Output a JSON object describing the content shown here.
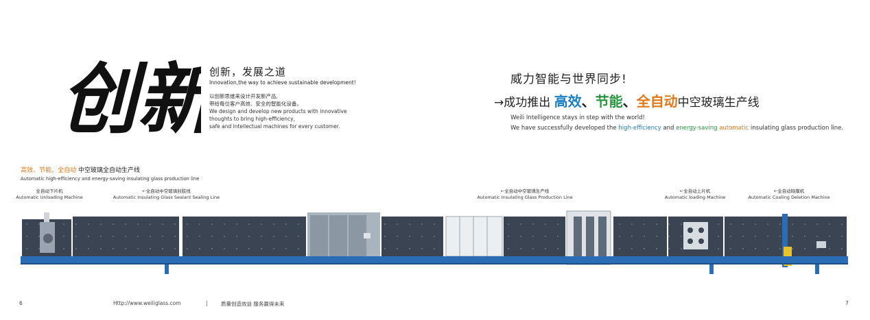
{
  "intro": {
    "calligraphy": "创新",
    "headline": "创新，发展之道",
    "headline_en": "Innovation,the way to achieve sustainable development!",
    "body": [
      "以创新思维来设计开发新产品,",
      "带给每位客户高效、安全的智能化设备。",
      "We design and develop new products with innovative",
      "thoughts to bring high-efficiency,",
      "safe and intellectual machines for every customer."
    ]
  },
  "slogan": {
    "line1": "威力智能与世界同步!",
    "arrow": "→",
    "prefix": "成功推出",
    "highlight1": "高效",
    "sep1": "、",
    "highlight2": "节能",
    "sep2": "、",
    "highlight3": "全自动",
    "suffix": "中空玻璃生产线",
    "en_line1": "Weili Intelligence stays in step with the world!",
    "en_line2_a": "We have successfully developed the ",
    "en_high_eff": "high-efficiency",
    "en_and": " and ",
    "en_energy": "energy-saving",
    "en_space": " ",
    "en_auto": "automatic",
    "en_line2_b": " insulating glass production line."
  },
  "section": {
    "t1": "高效",
    "t_sep1": "、",
    "t2": "节能",
    "t_sep2": "、",
    "t3": "全自动",
    "t_rest": " 中空玻璃全自动生产线",
    "en": "Automatic high-efficiency and energy-saving insulating glass production line"
  },
  "machine_labels": [
    {
      "cn": "全自动下片机",
      "en": "Automatic Unloading Machine"
    },
    {
      "cn": "←全自动中空玻璃封胶线",
      "en": "Automatic Insulating Glass Sealant Sealing Line"
    },
    {
      "cn": "←全自动中空玻璃生产线",
      "en": "Automatic Insulating Glass Production Line"
    },
    {
      "cn": "←全自动上片机",
      "en": "Automatic loading Machine"
    },
    {
      "cn": "←全自动除膜机",
      "en": "Automatic Coating Deletion Machine"
    }
  ],
  "footer": {
    "page_left": "6",
    "url": "Http://www.weiliglass.com",
    "divider": "|",
    "motto": "质量创造效益  服务赢得未来",
    "page_right": "7"
  },
  "colors": {
    "blue": "#1b7fc4",
    "green": "#27963c",
    "orange": "#e2781c",
    "machine_dark": "#3d4654",
    "conveyor_blue": "#2a6db5"
  }
}
